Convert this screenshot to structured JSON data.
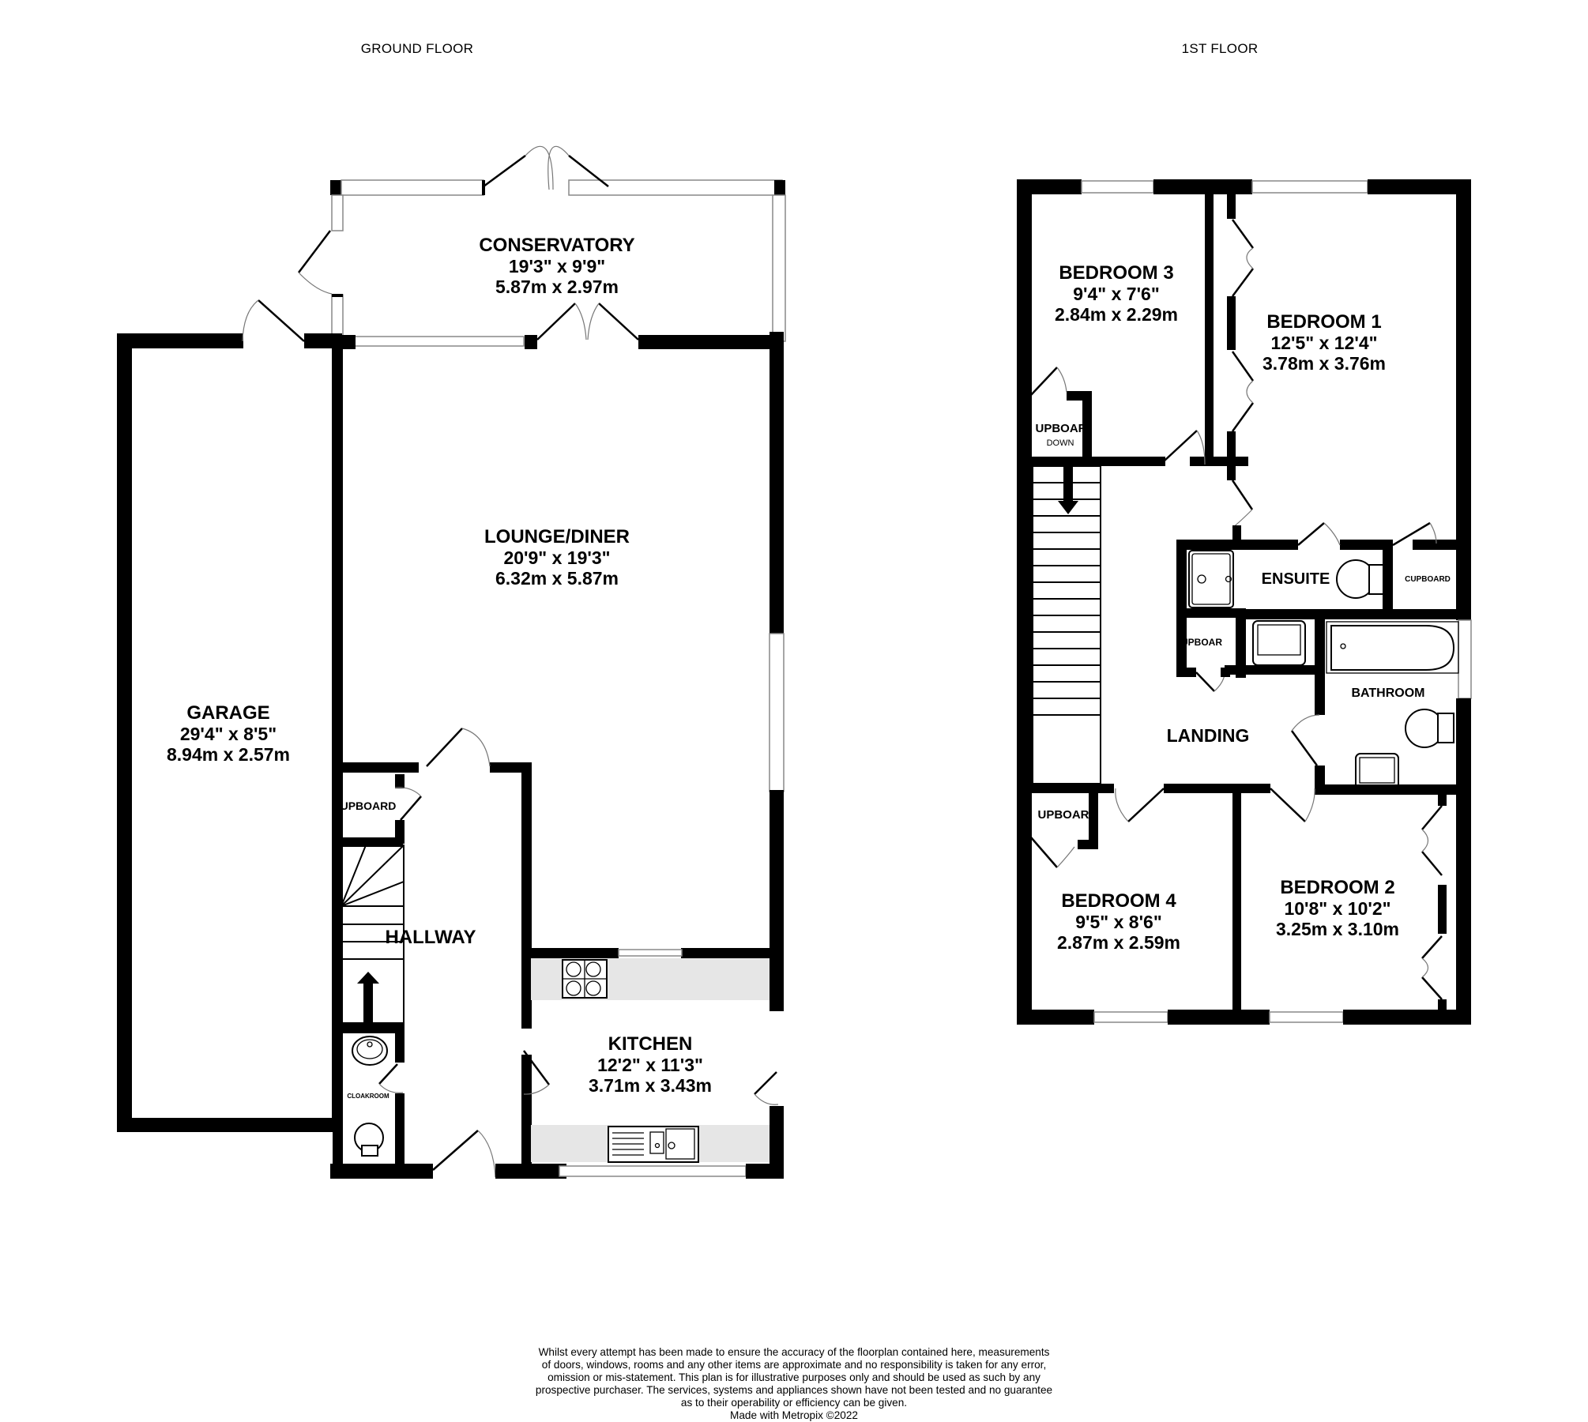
{
  "floors": {
    "ground": {
      "title": "GROUND FLOOR",
      "rooms": {
        "conservatory": {
          "name": "CONSERVATORY",
          "imperial": "19'3\"  x 9'9\"",
          "metric": "5.87m  x 2.97m"
        },
        "lounge": {
          "name": "LOUNGE/DINER",
          "imperial": "20'9\"  x 19'3\"",
          "metric": "6.32m  x 5.87m"
        },
        "garage": {
          "name": "GARAGE",
          "imperial": "29'4\"  x 8'5\"",
          "metric": "8.94m  x 2.57m"
        },
        "hallway": {
          "name": "HALLWAY"
        },
        "cupboard": {
          "name": "UPBOARD"
        },
        "cloakroom": {
          "name": "CLOAKROOM"
        },
        "kitchen": {
          "name": "KITCHEN",
          "imperial": "12'2\"  x 11'3\"",
          "metric": "3.71m  x 3.43m"
        }
      }
    },
    "first": {
      "title": "1ST FLOOR",
      "rooms": {
        "bedroom3": {
          "name": "BEDROOM 3",
          "imperial": "9'4\"  x 7'6\"",
          "metric": "2.84m  x 2.29m"
        },
        "bedroom1": {
          "name": "BEDROOM 1",
          "imperial": "12'5\"  x 12'4\"",
          "metric": "3.78m  x 3.76m"
        },
        "cupboard_down": {
          "name": "UPBOAR",
          "sub": "DOWN"
        },
        "ensuite": {
          "name": "ENSUITE"
        },
        "cupboard_ensuite": {
          "name": "CUPBOARD"
        },
        "cupboard_landing": {
          "name": "UPBOAR"
        },
        "bathroom": {
          "name": "BATHROOM"
        },
        "landing": {
          "name": "LANDING"
        },
        "cupboard_bed4": {
          "name": "UPBOAR"
        },
        "bedroom4": {
          "name": "BEDROOM 4",
          "imperial": "9'5\"  x 8'6\"",
          "metric": "2.87m  x 2.59m"
        },
        "bedroom2": {
          "name": "BEDROOM 2",
          "imperial": "10'8\"  x 10'2\"",
          "metric": "3.25m  x 3.10m"
        }
      }
    }
  },
  "disclaimer": {
    "lines": [
      "Whilst every attempt has been made to ensure the accuracy of the floorplan contained here, measurements",
      "of doors, windows, rooms and any other items are approximate and no responsibility is taken for any error,",
      "omission or mis-statement. This plan is for illustrative purposes only and should be used as such by any",
      "prospective purchaser. The services, systems and appliances shown have not been tested and no guarantee",
      "as to their operability or efficiency can be given."
    ],
    "credit": "Made with Metropix ©2022"
  },
  "colors": {
    "wall": "#000000",
    "worktop": "#e6e6e6",
    "window_stroke": "#888888"
  }
}
